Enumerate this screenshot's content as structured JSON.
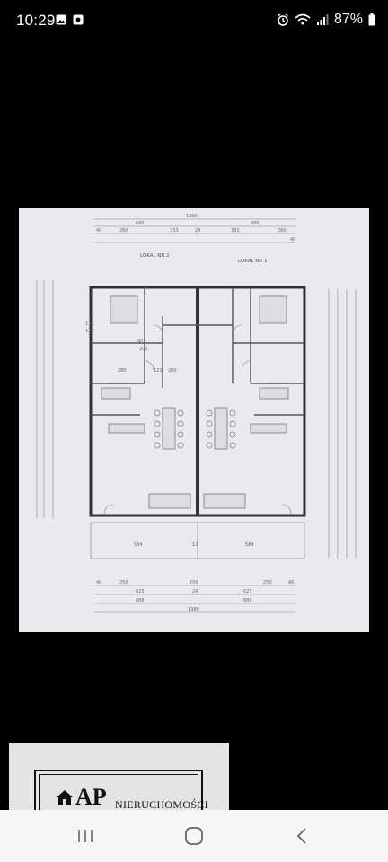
{
  "status_bar": {
    "time": "10:29",
    "battery": "87%",
    "icons": [
      "gallery-icon",
      "notification-icon",
      "alarm-icon",
      "wifi-icon",
      "signal-icon",
      "battery-icon"
    ]
  },
  "plan": {
    "label_left": "LOKAL NR 2",
    "label_right": "LOKAL NR 1",
    "dims_top": [
      "1390",
      "686",
      "686",
      "40",
      "260",
      "333",
      "24",
      "333",
      "260",
      "40"
    ],
    "dims_bottom": [
      "40",
      "250",
      "700",
      "250",
      "40",
      "625",
      "24",
      "625",
      "688",
      "688",
      "1380"
    ],
    "dims_inner": [
      "584",
      "584",
      "12",
      "280",
      "90",
      "200",
      "121",
      "200",
      "110",
      "130"
    ]
  },
  "logo": {
    "brand": "AP",
    "sub": "NIERUCHOMOŚCI"
  },
  "nav": {
    "items": [
      "recent-apps",
      "home",
      "back"
    ]
  }
}
